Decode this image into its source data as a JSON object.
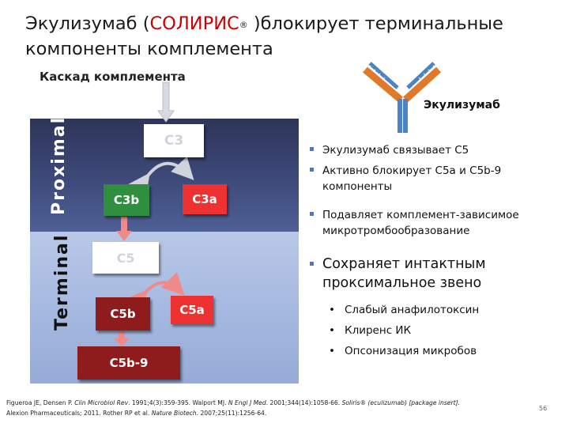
{
  "title": {
    "prefix": "Экулизумаб (",
    "brand": "СОЛИРИС",
    "reg": "®",
    "suffix": " )блокирует терминальные компоненты комплемента"
  },
  "cascade_label": "Каскад комплемента",
  "zones": {
    "proximal": "Proximal",
    "terminal": "Terminal"
  },
  "nodes": {
    "c3": "C3",
    "c3b": "C3b",
    "c3a": "C3a",
    "c5": "C5",
    "c5b": "C5b",
    "c5a": "C5a",
    "c5b9": "C5b-9"
  },
  "antibody_label": "Экулизумаб",
  "bullets": [
    "Экулизумаб связывает C5",
    "Активно блокирует C5a и C5b-9",
    "компоненты",
    "Подавляет комплемент-зависимое",
    "микротромбообразование",
    "Сохраняет интактным",
    "проксимальное звено"
  ],
  "sub_bullets": [
    "Слабый анафилотоксин",
    "Клиренс ИК",
    "Опсонизация микробов"
  ],
  "references": {
    "line1_a": "Figueroa JE, Densen P. ",
    "line1_b": "Clin Microbiol Rev",
    "line1_c": ". 1991;4(3):359-395. Walport MJ. ",
    "line1_d": "N Engl J Med",
    "line1_e": ". 2001;344(14):1058-66. ",
    "line1_f": "Soliris® (eculizumab) [package insert].",
    "line2_a": "Alexion Pharmaceuticals; 2011. Rother RP et al. ",
    "line2_b": "Nature Biotech",
    "line2_c": ". 2007;25(11):1256-64."
  },
  "page_number": "56",
  "colors": {
    "brand": "#cc0000",
    "proximal_bg": "#3e4a7a",
    "terminal_bg": "#a6b9e0",
    "c3b": "#2f8f3f",
    "cleavage_red": "#ee3232",
    "terminal_dark": "#8e1c1c",
    "antibody_orange": "#e07a2a",
    "antibody_blue": "#4a84c4",
    "arrow_pink": "#f08a8a"
  }
}
